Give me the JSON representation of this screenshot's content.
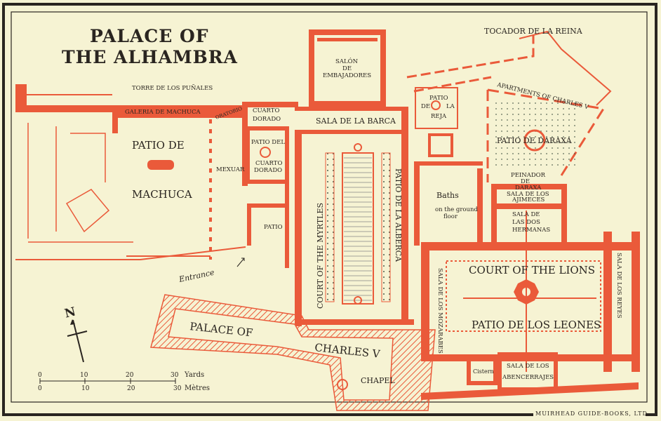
{
  "title": {
    "line1": "PALACE OF",
    "line2": "THE ALHAMBRA"
  },
  "labels": {
    "tocador": "TOCADOR DE LA REINA",
    "salon1": "SALÓN",
    "salon2": "DE",
    "salon3": "EMBAJADORES",
    "torre": "TORRE DE LOS PUÑALES",
    "galeria": "GALERIA DE MACHUCA",
    "oratorio": "ORATORIO",
    "cuarto1": "CUARTO",
    "cuarto2": "DORADO",
    "sala_barca": "SALA DE LA BARCA",
    "patio_reja1": "PATIO",
    "patio_reja2": "DE",
    "patio_reja3": "LA",
    "patio_reja4": "REJA",
    "apartments": "APARTMENTS OF CHARLES V",
    "machuca1": "PATIO DE",
    "machuca2": "MACHUCA",
    "patio_cuarto1": "PATIO DEL",
    "patio_cuarto2": "CUARTO",
    "patio_cuarto3": "DORADO",
    "mexuar": "MEXUAR",
    "daraxa": "PATIO DE DARAXA",
    "peinador1": "PEINADOR",
    "peinador2": "DE",
    "peinador3": "DARAXA",
    "ajimeces1": "SALA DE LOS",
    "ajimeces2": "AJIMECES",
    "baths": "Baths",
    "baths_note1": "on the ground",
    "baths_note2": "floor",
    "dos1": "SALA DE",
    "dos2": "LAS    DOS",
    "dos3": "HERMANAS",
    "patio": "PATIO",
    "myrtles": "COURT OF THE MYRTLES",
    "alberca": "PATIO DE LA ALBERCA",
    "entrance": "Entrance",
    "lions": "COURT OF THE LIONS",
    "leones": "PATIO DE LOS LEONES",
    "mozarabes": "SALA DE LOS MOZARABES",
    "reyes": "SALA DE LOS REYES",
    "charles1": "PALACE OF",
    "charles2": "CHARLES V",
    "chapel": "CHAPEL",
    "cistern": "Cistern",
    "aben1": "SALA    DE LOS",
    "aben2": "ABENCERRAJES"
  },
  "compass": {
    "north": "N"
  },
  "scale": {
    "yards": [
      "0",
      "10",
      "20",
      "30"
    ],
    "yards_unit": "Yards",
    "metres": [
      "0",
      "10",
      "20",
      "30"
    ],
    "metres_unit": "Mètres"
  },
  "publisher": "MUIRHEAD GUIDE-BOOKS, LTD.",
  "colors": {
    "paper": "#f6f3d3",
    "walls": "#ea5a3a",
    "ink": "#2a2520"
  }
}
